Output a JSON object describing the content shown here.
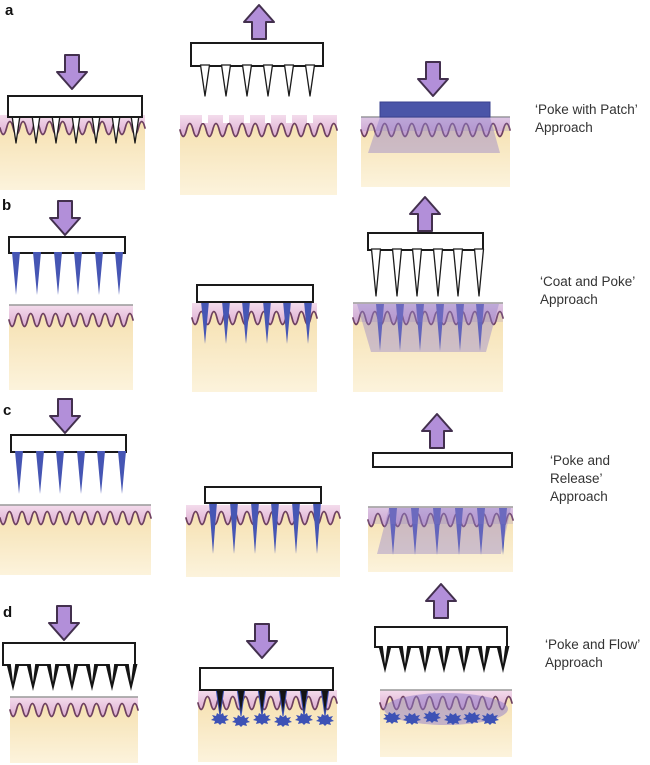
{
  "figure": {
    "rows": [
      {
        "letter": "a",
        "approach": "‘Poke with Patch’\nApproach"
      },
      {
        "letter": "b",
        "approach": "‘Coat and Poke’\nApproach"
      },
      {
        "letter": "c",
        "approach": "‘Poke and\nRelease’\nApproach"
      },
      {
        "letter": "d",
        "approach": "‘Poke and Flow’\nApproach"
      }
    ],
    "icons": {
      "down_arrow": "down-arrow-icon",
      "up_arrow": "up-arrow-icon"
    }
  },
  "colors": {
    "arrow-fill": "#b28fd9",
    "arrow-stroke": "#43304e",
    "patch-fill": "#ffffff",
    "patch-stroke": "#1a1a1a",
    "drug-blue": "#4656b4",
    "drug-patch": "#4a55a8",
    "epidermis-light": "#f4dcec",
    "epidermis-dark": "#ddaed2",
    "dermis-top": "#f5dfad",
    "dermis-bottom": "#fcf3dc",
    "wave-stroke": "#6e4160",
    "diffusion": "#8f7cc9",
    "needle-black": "#141414",
    "splat-blue": "#3d52b5",
    "skin-topline": "#999999",
    "label-color": "#333333"
  }
}
